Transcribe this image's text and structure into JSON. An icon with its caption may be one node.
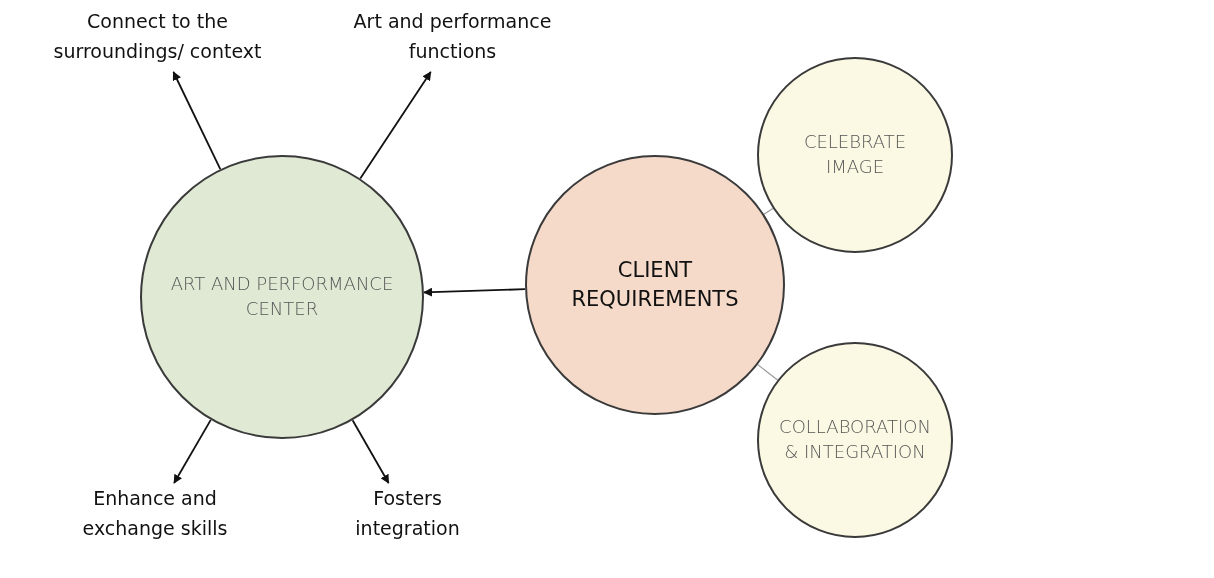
{
  "diagram": {
    "nodes": [
      {
        "text": [
          "Connect to the surroundings/ context"
        ]
      },
      {
        "text": [
          "Art and performance functions"
        ]
      },
      {
        "text": [
          "ART AND PERFORMANCE CENTER"
        ]
      },
      {
        "text": [
          "CLIENT REQUIREMENTS"
        ]
      },
      {
        "text": [
          "CELEBRATE IMAGE"
        ]
      },
      {
        "text": [
          "COLLABORATION & INTEGRATION"
        ]
      },
      {
        "text": [
          "Enhance and exchange skills"
        ]
      },
      {
        "text": [
          "Fosters integration"
        ]
      }
    ],
    "edges": [
      {
        "from": 2,
        "to": 0,
        "arrow": "to"
      },
      {
        "from": 2,
        "to": 1,
        "arrow": "to"
      },
      {
        "from": 3,
        "to": 2,
        "arrow": "to"
      },
      {
        "from": 3,
        "to": 4,
        "arrow": "none",
        "color": "#9a9a9a"
      },
      {
        "from": 3,
        "to": 5,
        "arrow": "none",
        "color": "#9a9a9a"
      },
      {
        "from": 2,
        "to": 6,
        "arrow": "to"
      },
      {
        "from": 2,
        "to": 7,
        "arrow": "to"
      }
    ]
  }
}
